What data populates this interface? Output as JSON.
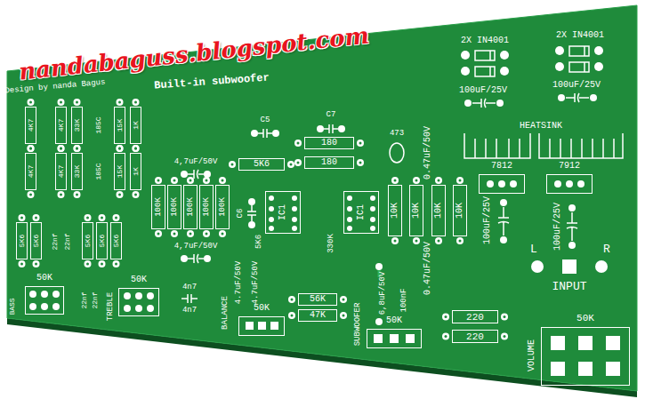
{
  "diagram": {
    "nodes": [
      {
        "text": [
          "4K7"
        ]
      },
      {
        "text": [
          "4K7"
        ]
      },
      {
        "text": [
          "33K"
        ]
      },
      {
        "text": [
          "15K"
        ]
      },
      {
        "text": [
          "1K"
        ]
      },
      {
        "text": [
          "4K7"
        ]
      },
      {
        "text": [
          "4K7"
        ]
      },
      {
        "text": [
          "33K"
        ]
      },
      {
        "text": [
          "15K"
        ]
      },
      {
        "text": [
          "1K"
        ]
      },
      {
        "text": [
          "5K6"
        ]
      },
      {
        "text": [
          "5K6"
        ]
      },
      {
        "text": [
          "5K6"
        ]
      },
      {
        "text": [
          "5K6"
        ]
      },
      {
        "text": [
          "5K6"
        ]
      },
      {
        "text": [
          "5K6"
        ]
      },
      {
        "text": [
          "180"
        ]
      },
      {
        "text": [
          "180"
        ]
      },
      {
        "text": [
          "100K"
        ]
      },
      {
        "text": [
          "100K"
        ]
      },
      {
        "text": [
          "100K"
        ]
      },
      {
        "text": [
          "100K"
        ]
      },
      {
        "text": [
          "100K"
        ]
      },
      {
        "text": [
          "IC1"
        ]
      },
      {
        "text": [
          "IC1"
        ]
      },
      {
        "text": [
          "10K"
        ]
      },
      {
        "text": [
          "10K"
        ]
      },
      {
        "text": [
          "10K"
        ]
      },
      {
        "text": [
          "10K"
        ]
      },
      {
        "text": [
          "7812"
        ]
      },
      {
        "text": [
          "7912"
        ]
      },
      {
        "text": [
          "56K"
        ]
      },
      {
        "text": [
          "47K"
        ]
      },
      {
        "text": [
          "220"
        ]
      },
      {
        "text": [
          "220"
        ]
      },
      {
        "text": [
          "50K"
        ]
      },
      {
        "text": [
          "50K"
        ]
      },
      {
        "text": [
          "50K"
        ]
      },
      {
        "text": [
          "50K"
        ]
      },
      {
        "text": [
          "50K"
        ]
      }
    ],
    "labels": [
      "nandabaguss.blogspot.com",
      "Design by nanda Bagus",
      "Built-in subwoofer",
      "2X IN4001",
      "2X IN4001",
      "100uF/25V",
      "100uF/25V",
      "HEATSINK",
      "100uF/25V",
      "100uF/25V",
      "L",
      "R",
      "INPUT",
      "VOLUME",
      "SUBWOOFER",
      "6,8uF/50V",
      "100nF",
      "BALANCE",
      "4.7uF/50V",
      "4.7uF/50V",
      "4n7",
      "4n7",
      "TREBLE",
      "22nf",
      "22nf",
      "BASS",
      "185C",
      "185C",
      "22nf",
      "22nf",
      "C5",
      "C7",
      "473",
      "0.47uF/50V",
      "0.47uF/50V",
      "4,7uF/50V",
      "4,7uF/50V",
      "C6",
      "5K6",
      "330K"
    ]
  }
}
